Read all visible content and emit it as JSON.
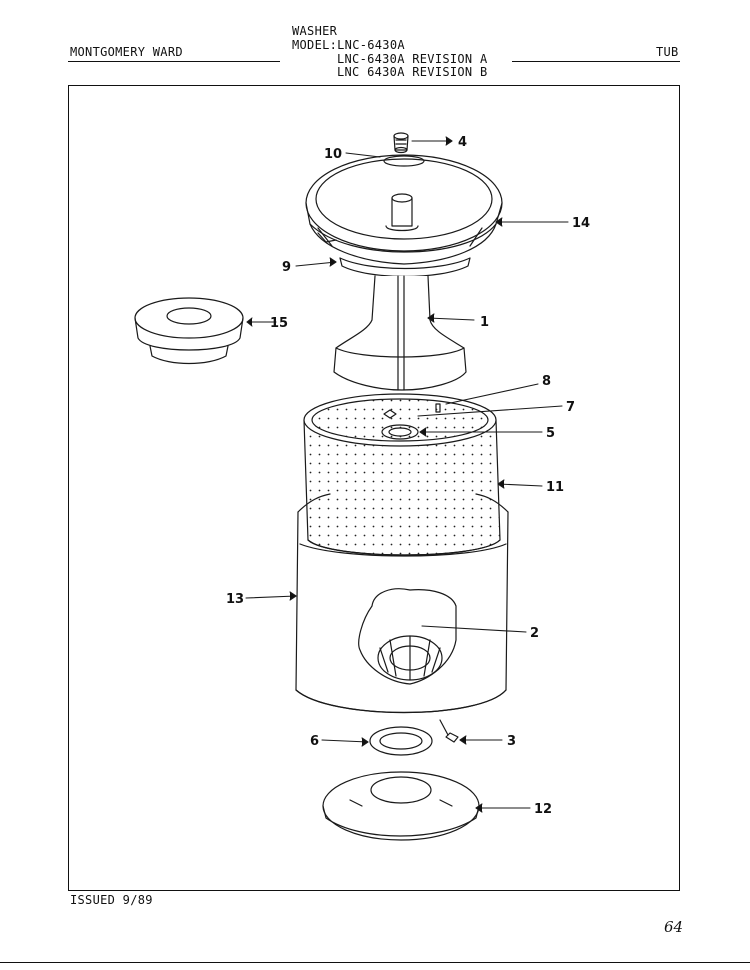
{
  "header": {
    "brand": "MONTGOMERY WARD",
    "product": "WASHER",
    "model_line": "MODEL:LNC-6430A",
    "revision_a": "LNC-6430A REVISION A",
    "revision_b": "LNC 6430A REVISION B",
    "section": "TUB"
  },
  "callouts": [
    "1",
    "2",
    "3",
    "4",
    "5",
    "6",
    "7",
    "8",
    "9",
    "10",
    "11",
    "12",
    "13",
    "14",
    "15"
  ],
  "footer": {
    "issued": "ISSUED 9/89",
    "page_mark": "64"
  }
}
